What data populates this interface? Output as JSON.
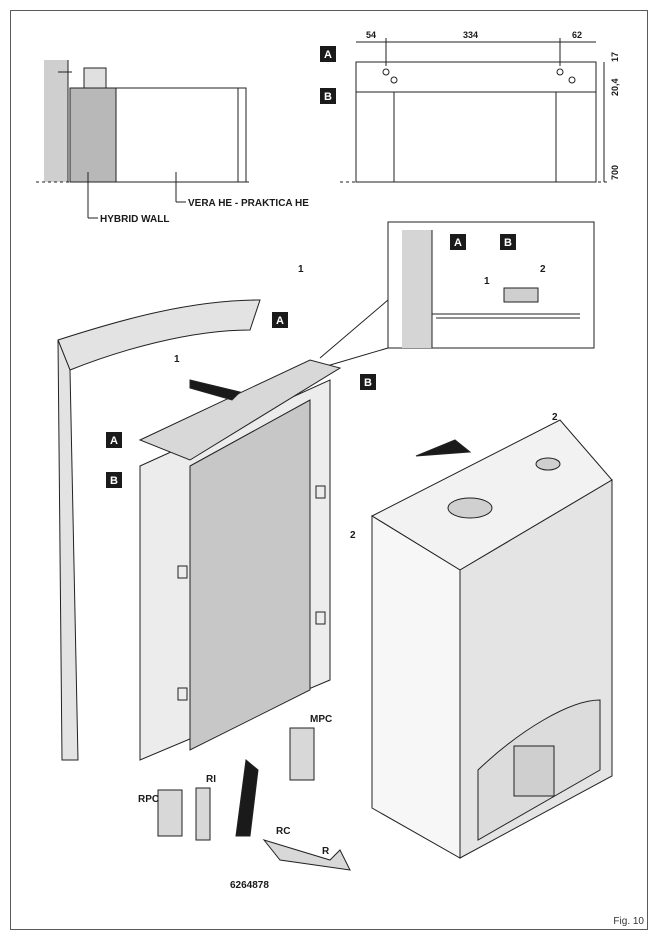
{
  "labels": {
    "hybrid_wall": "HYBRID WALL",
    "vera": "VERA HE - PRAKTICA HE",
    "box_a": "A",
    "box_b": "B",
    "dim_54": "54",
    "dim_334": "334",
    "dim_62": "62",
    "dim_17": "17",
    "dim_20_4": "20,4",
    "dim_700": "700",
    "n1": "1",
    "n2": "2",
    "rpc": "RPC",
    "ri": "RI",
    "mpc": "MPC",
    "rc": "RC",
    "r": "R",
    "part_no": "6264878"
  },
  "figure": "Fig. 10"
}
